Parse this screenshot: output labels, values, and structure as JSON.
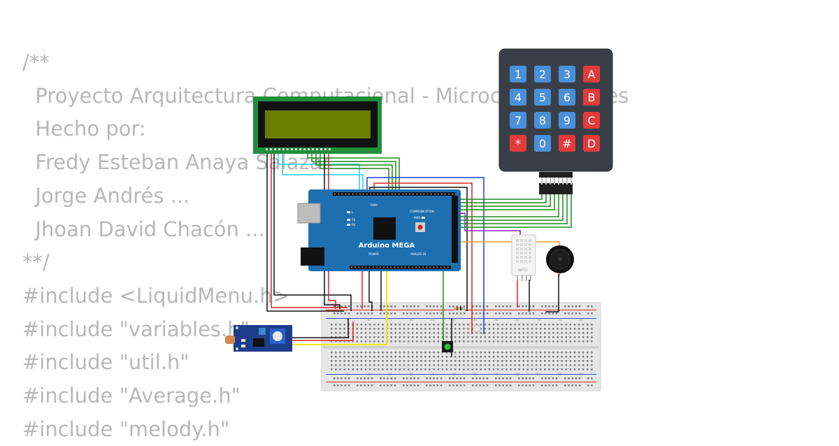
{
  "code_lines": [
    "/**",
    "  Proyecto Arquitectura Computacional - Microcontroladores",
    "  Hecho por:",
    "  Fredy Esteban Anaya Salazar",
    "  Jorge Andrés ...",
    "  Jhoan David Chacón ...",
    "**/",
    "#include <LiquidMenu.h>",
    "#include \"variables.h\"",
    "#include \"util.h\"",
    "#include \"Average.h\"",
    "#include \"melody.h\""
  ],
  "keypad": {
    "rows": [
      [
        "1",
        "2",
        "3",
        "A"
      ],
      [
        "4",
        "5",
        "6",
        "B"
      ],
      [
        "7",
        "8",
        "9",
        "C"
      ],
      [
        "*",
        "0",
        "#",
        "D"
      ]
    ],
    "digit_color": "#4a90d9",
    "letter_color": "#e23b3b"
  },
  "arduino": {
    "name": "Arduino MEGA",
    "label_pwm": "PWM",
    "label_communication": "COMMUNICATION",
    "label_power": "POWER",
    "label_analog": "ANALOG IN",
    "label_tx": "TX",
    "label_rx": "RX",
    "label_l": "L",
    "label_pwr": "PWR",
    "color": "#1d6fb0"
  },
  "dht": {
    "name": "DHT22"
  },
  "breadboard": {
    "col_numbers": [
      "5",
      "10",
      "15",
      "20",
      "25",
      "30",
      "35",
      "40",
      "45",
      "50",
      "55",
      "60"
    ]
  },
  "lcd": {
    "screen_color": "#6a7e00",
    "pcb_color": "#1f8f3a"
  },
  "wire_colors": {
    "black": "#111111",
    "red": "#e02020",
    "green": "#1a8a1a",
    "cyan": "#25d0e6",
    "blue": "#1f3fd0",
    "yellow": "#f2e600",
    "purple": "#8b21c8",
    "orange": "#f2a024"
  }
}
